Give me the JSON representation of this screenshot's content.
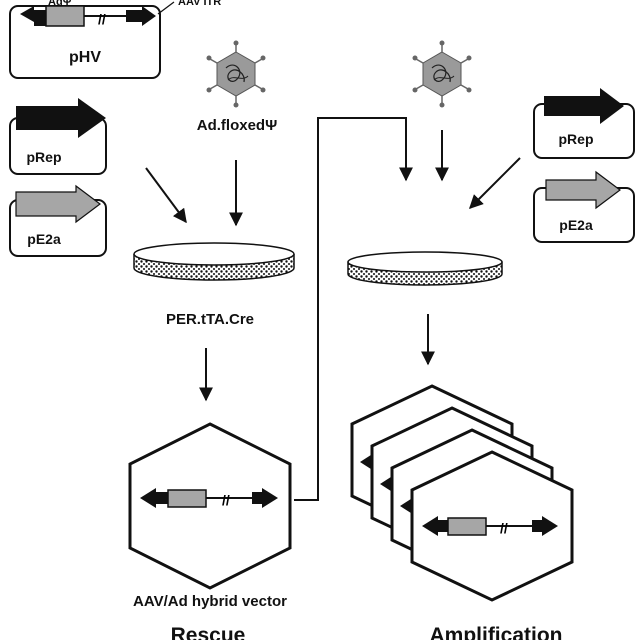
{
  "labels": {
    "phv": "pHV",
    "ad_psi": "AdΨ",
    "aav_itr": "AAV ITR",
    "prep_left": "pRep",
    "pe2a_left": "pE2a",
    "ad_floxed": "Ad.floxedΨ",
    "per_cell": "PER.tTA.Cre",
    "prep_right": "pRep",
    "pe2a_right": "pE2a",
    "hybrid_vector": "AAV/Ad hybrid vector",
    "rescue": "Rescue",
    "amplification": "Amplification"
  },
  "icons": {
    "virus_left": "adenovirus-particle-icon",
    "virus_right": "adenovirus-particle-icon"
  },
  "colors": {
    "ink": "#111111",
    "gray_box": "#a6a6a6",
    "virus_body": "#9a9a9a"
  }
}
